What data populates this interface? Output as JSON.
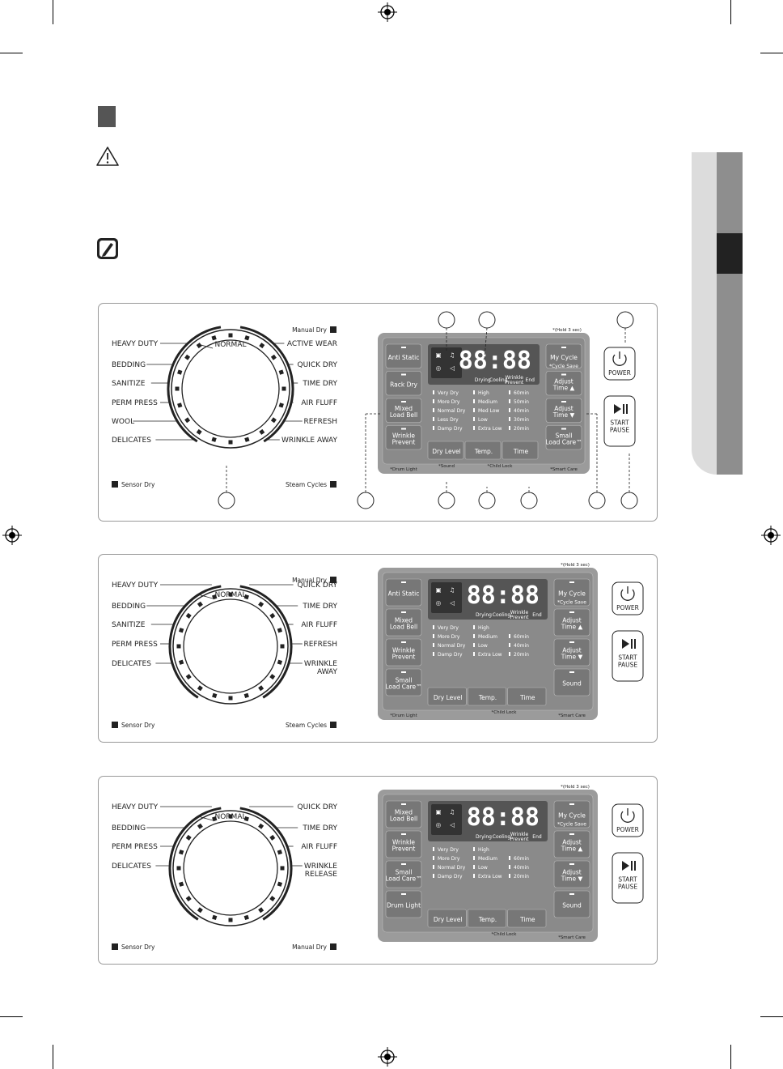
{
  "panels": [
    {
      "id": "panel1",
      "dial_left": [
        "HEAVY DUTY",
        "BEDDING",
        "SANITIZE",
        "PERM PRESS",
        "WOOL",
        "DELICATES"
      ],
      "dial_top": "NORMAL",
      "dial_right": [
        "ACTIVE WEAR",
        "QUICK DRY",
        "TIME DRY",
        "AIR FLUFF",
        "REFRESH",
        "WRINKLE AWAY"
      ],
      "top_right_label": "Manual Dry",
      "bottom_left_label": "Sensor Dry",
      "bottom_right_label": "Steam Cycles",
      "left_buttons": [
        "Anti Static",
        "Rack Dry",
        "Mixed|Load Bell",
        "Wrinkle|Prevent"
      ],
      "left_note": "*Drum Light",
      "right_buttons": [
        "My Cycle",
        "Adjust|Time ▲",
        "Adjust|Time ▼",
        "Small|Load Care™"
      ],
      "my_cycle_note": "*Cycle Save",
      "right_note": "*Smart Care",
      "hold_note": "*(Hold 3 sec)",
      "display_digits": "88:88",
      "stages": [
        "Drying",
        "Cooling",
        "Wrinkle|Prevent",
        "End"
      ],
      "dry_levels": [
        "Very Dry",
        "More Dry",
        "Normal Dry",
        "Less Dry",
        "Damp Dry"
      ],
      "temps": [
        "High",
        "Medium",
        "Med Low",
        "Low",
        "Extra Low"
      ],
      "times": [
        "60min",
        "50min",
        "40min",
        "30min",
        "20min"
      ],
      "bottom_buttons": [
        "Dry Level",
        "Temp.",
        "Time"
      ],
      "sound_note": "*Sound",
      "child_lock_note": "*Child Lock",
      "power_label": "POWER",
      "start_label": "START|PAUSE"
    },
    {
      "id": "panel2",
      "dial_left": [
        "HEAVY DUTY",
        "BEDDING",
        "SANITIZE",
        "PERM PRESS",
        "DELICATES"
      ],
      "dial_top": "NORMAL",
      "dial_right": [
        "QUICK DRY",
        "TIME DRY",
        "AIR FLUFF",
        "REFRESH",
        "WRINKLE|AWAY"
      ],
      "top_right_label": "Manual Dry",
      "bottom_left_label": "Sensor Dry",
      "bottom_right_label": "Steam Cycles",
      "left_buttons": [
        "Anti Static",
        "Mixed|Load Bell",
        "Wrinkle|Prevent",
        "Small|Load Care™"
      ],
      "left_note": "*Drum Light",
      "right_buttons": [
        "My Cycle",
        "Adjust|Time ▲",
        "Adjust|Time ▼",
        "Sound"
      ],
      "my_cycle_note": "*Cycle Save",
      "right_note": "*Smart Care",
      "hold_note": "*(Hold 3 sec)",
      "display_digits": "88:88",
      "stages": [
        "Drying",
        "Cooling",
        "Wrinkle|Prevent",
        "End"
      ],
      "dry_levels": [
        "Very Dry",
        "More Dry",
        "Normal Dry",
        "Damp Dry"
      ],
      "temps": [
        "High",
        "Medium",
        "Low",
        "Extra Low"
      ],
      "times": [
        "60min",
        "40min",
        "20min"
      ],
      "bottom_buttons": [
        "Dry Level",
        "Temp.",
        "Time"
      ],
      "child_lock_note": "*Child Lock",
      "power_label": "POWER",
      "start_label": "START|PAUSE"
    },
    {
      "id": "panel3",
      "dial_left": [
        "HEAVY DUTY",
        "BEDDING",
        "PERM PRESS",
        "DELICATES"
      ],
      "dial_top": "NORMAL",
      "dial_right": [
        "QUICK DRY",
        "TIME DRY",
        "AIR FLUFF",
        "WRINKLE|RELEASE"
      ],
      "top_right_label": "",
      "bottom_left_label": "Sensor Dry",
      "bottom_right_label": "Manual Dry",
      "left_buttons": [
        "Mixed|Load Bell",
        "Wrinkle|Prevent",
        "Small|Load Care™",
        "Drum Light"
      ],
      "left_note": "",
      "right_buttons": [
        "My Cycle",
        "Adjust|Time ▲",
        "Adjust|Time ▼",
        "Sound"
      ],
      "my_cycle_note": "*Cycle Save",
      "right_note": "*Smart Care",
      "hold_note": "*(Hold 3 sec)",
      "display_digits": "88:88",
      "stages": [
        "Drying",
        "Cooling",
        "Wrinkle|Prevent",
        "End"
      ],
      "dry_levels": [
        "Very Dry",
        "More Dry",
        "Normal Dry",
        "Damp Dry"
      ],
      "temps": [
        "High",
        "Medium",
        "Low",
        "Extra Low"
      ],
      "times": [
        "60min",
        "40min",
        "20min"
      ],
      "bottom_buttons": [
        "Dry Level",
        "Temp.",
        "Time"
      ],
      "child_lock_note": "*Child Lock",
      "power_label": "POWER",
      "start_label": "START|PAUSE"
    }
  ]
}
